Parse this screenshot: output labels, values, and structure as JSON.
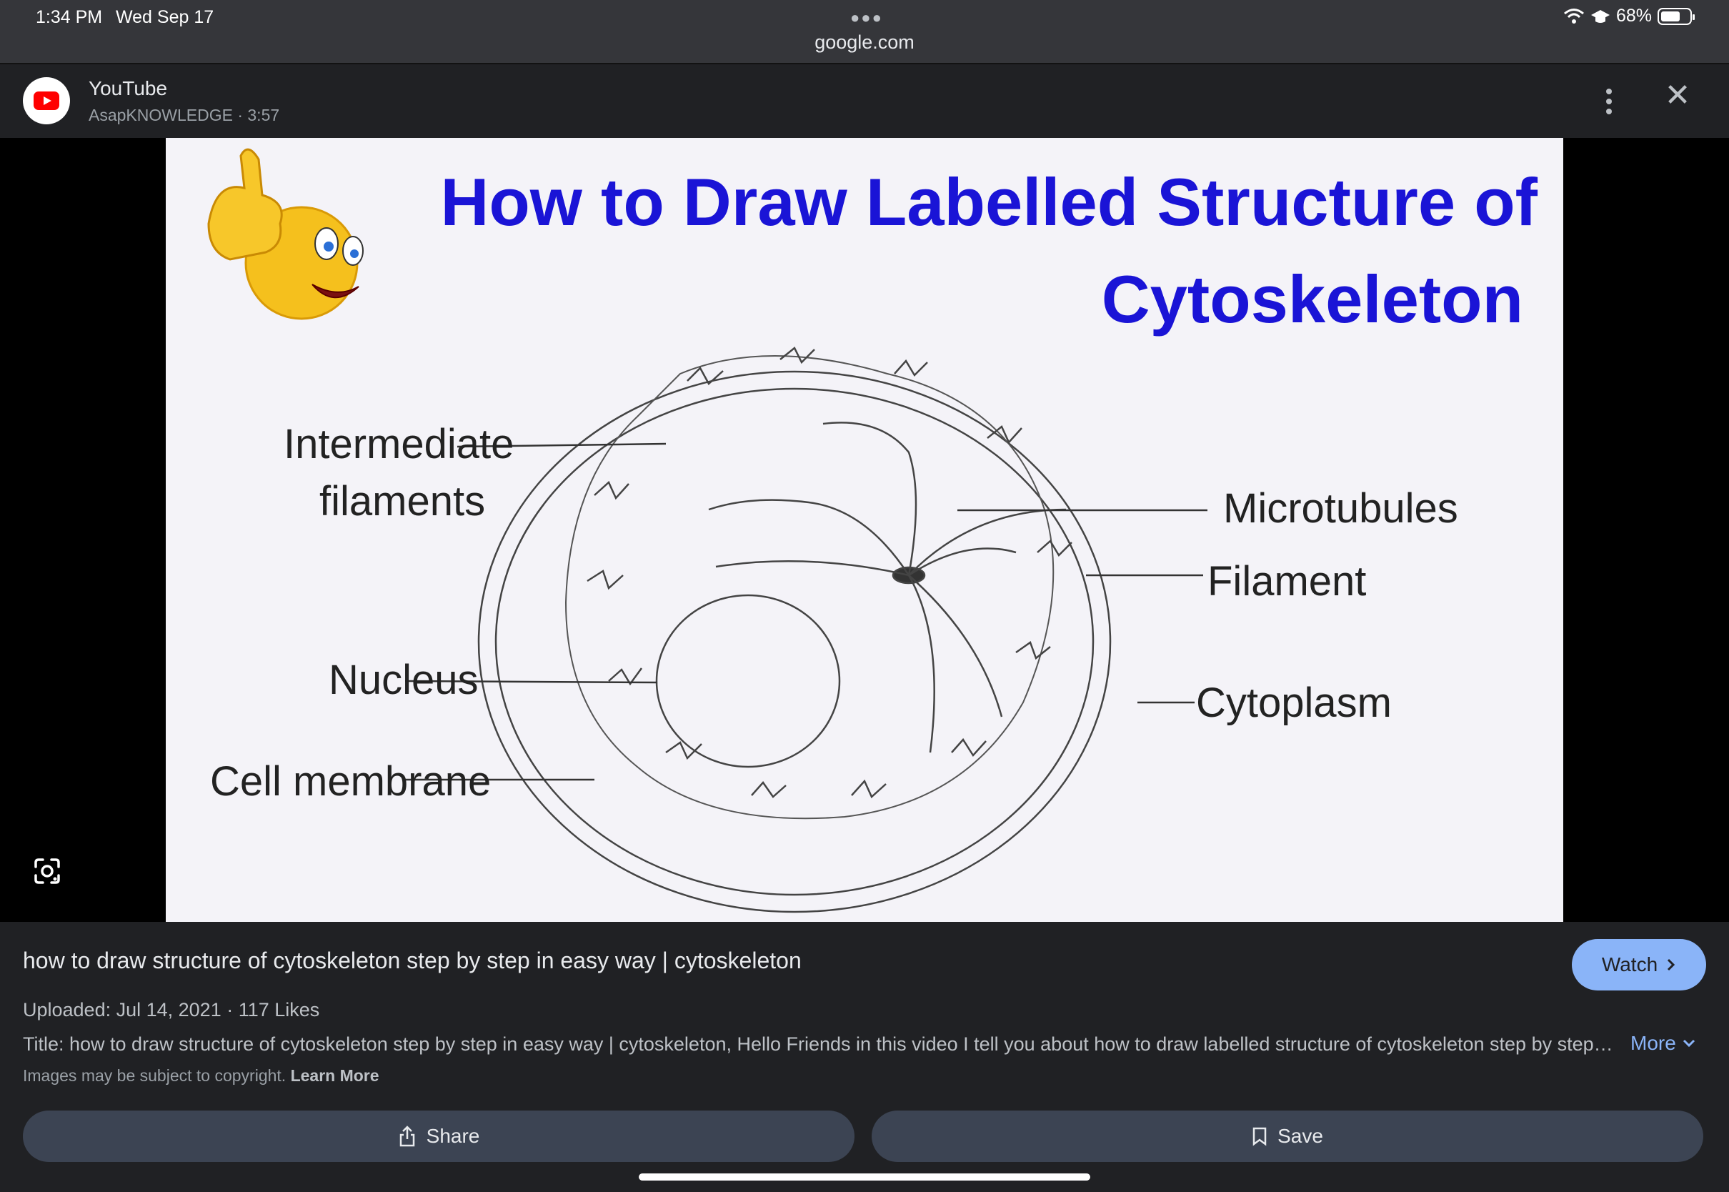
{
  "status": {
    "time": "1:34 PM",
    "date": "Wed Sep 17",
    "battery": "68%",
    "battery_level": 0.68,
    "url": "google.com"
  },
  "source": {
    "name": "YouTube",
    "subtitle": "AsapKNOWLEDGE · 3:57"
  },
  "image": {
    "title_line1": "How to Draw Labelled Structure of",
    "title_line2": "Cytoskeleton",
    "labels": {
      "intermediate_1": "Intermediate",
      "intermediate_2": "filaments",
      "nucleus": "Nucleus",
      "membrane": "Cell membrane",
      "microtubules": "Microtubules",
      "filament": "Filament",
      "cytoplasm": "Cytoplasm"
    }
  },
  "result": {
    "title": "how to draw structure of cytoskeleton step by step in easy way | cytoskeleton",
    "watch_label": "Watch",
    "meta": "Uploaded: Jul 14, 2021 · 117 Likes",
    "description": "Title: how to draw structure of cytoskeleton step by step in easy way | cytoskeleton, Hello Friends in this video I tell you about how to draw labelled structure of cytoskeleton step by step in easy way",
    "more_label": "More",
    "copyright": "Images may be subject to copyright.",
    "learn_more": "Learn More"
  },
  "actions": {
    "share": "Share",
    "save": "Save"
  },
  "icons": [
    "wifi-icon",
    "education-icon",
    "battery-icon",
    "youtube-logo-icon",
    "more-vert-icon",
    "close-icon",
    "google-lens-icon",
    "chevron-right-icon",
    "chevron-down-icon",
    "share-icon",
    "bookmark-icon"
  ],
  "colors": {
    "background": "#202124",
    "accent": "#8ab4f8",
    "title_blue": "#1a14d6",
    "youtube_red": "#ff0000"
  }
}
